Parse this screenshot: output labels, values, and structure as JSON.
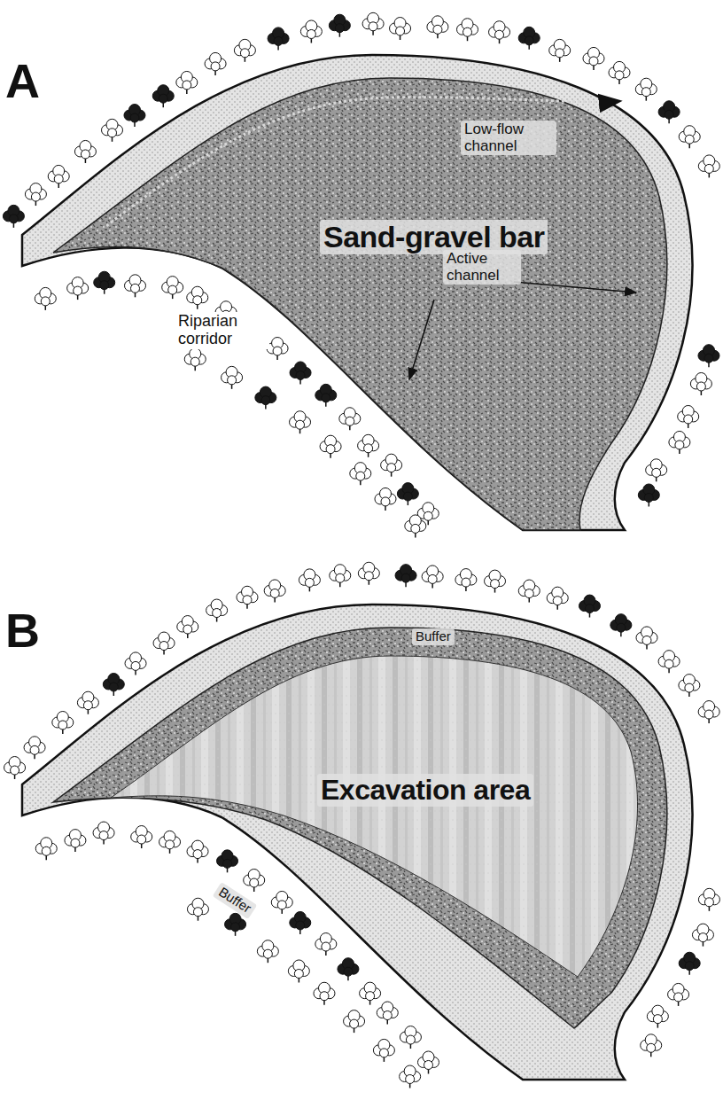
{
  "diagram": {
    "nodes": [
      {
        "text": [
          "Sand-gravel bar"
        ]
      },
      {
        "text": [
          "Excavation area"
        ]
      }
    ],
    "labels": [
      "A",
      "Low-flow channel",
      "Riparian corridor",
      "Active channel",
      "B",
      "Buffer",
      "Buffer"
    ]
  }
}
